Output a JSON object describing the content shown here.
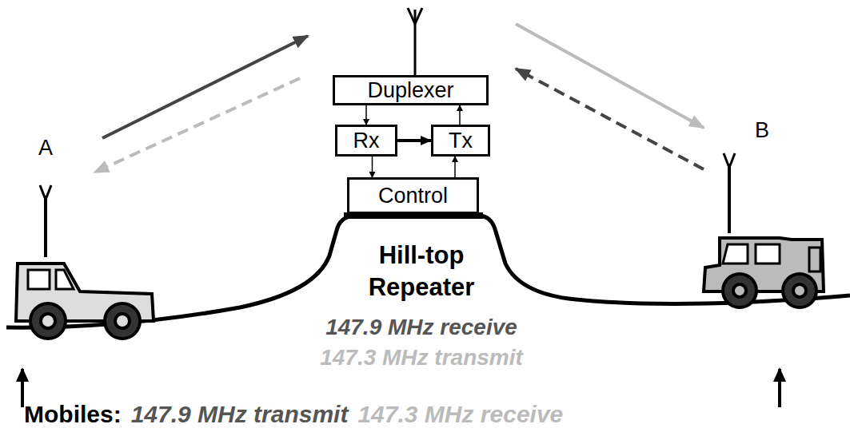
{
  "diagram": {
    "nodes": [
      {
        "text": [
          "Duplexer"
        ]
      },
      {
        "text": [
          "Rx"
        ]
      },
      {
        "text": [
          "Tx"
        ]
      },
      {
        "text": [
          "Control"
        ]
      }
    ],
    "edges": [
      {
        "from": 0,
        "to": 1,
        "arrow": "to"
      },
      {
        "from": 2,
        "to": 0,
        "arrow": "to"
      },
      {
        "from": 1,
        "to": 2,
        "arrow": "to"
      },
      {
        "from": 1,
        "to": 3,
        "arrow": "to"
      },
      {
        "from": 3,
        "to": 2,
        "arrow": "to"
      }
    ],
    "labels": [
      "A",
      "B",
      "Hill-top Repeater",
      "147.9 MHz receive",
      "147.3 MHz transmit",
      "Mobiles:",
      "147.9 MHz transmit",
      "147.3 MHz receive"
    ]
  }
}
